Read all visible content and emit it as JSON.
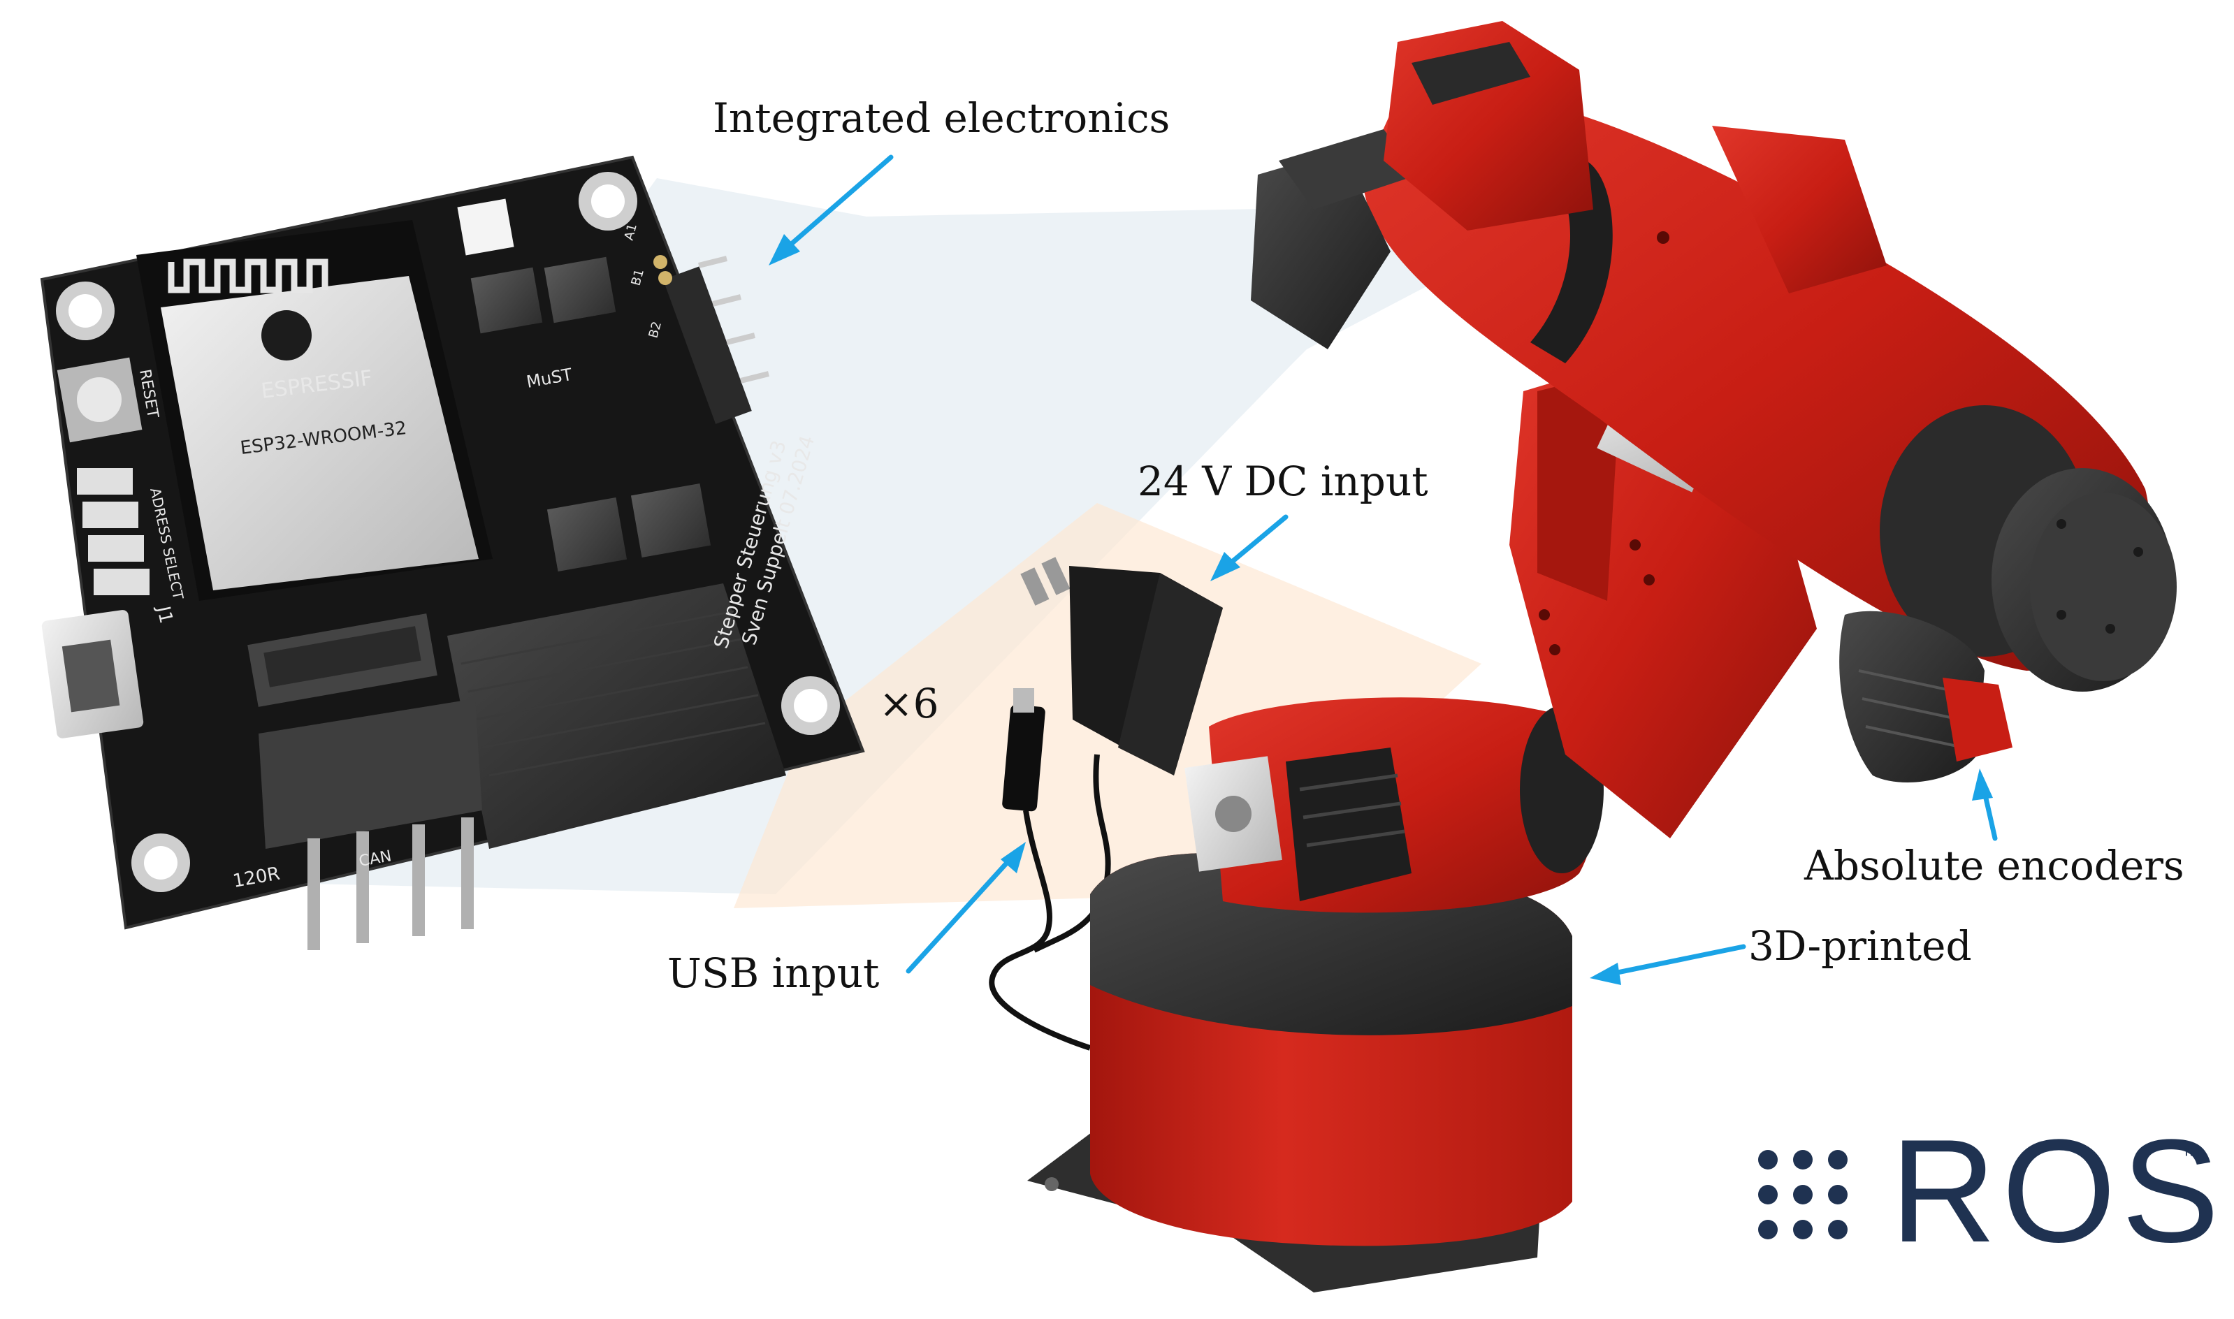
{
  "labels": {
    "integrated": "Integrated electronics",
    "dc_input": "24 V DC input",
    "multiplier": "×6",
    "usb_input": "USB input",
    "absolute_encoders": "Absolute encoders",
    "printed": "3D-printed"
  },
  "board": {
    "module_brand": "ESPRESSIF",
    "module_name": "ESP32-WROOM-32",
    "chip_label": "MuST",
    "reset": "RESET",
    "address_select": "ADRESS SELECT",
    "title_line1": "Stepper Steuerung v3",
    "title_line2": "Sven Suppelt 07.2024",
    "b1": "B1",
    "b2": "B2",
    "a1": "A1",
    "j1": "J1",
    "can": "CAN",
    "r120": "120R"
  },
  "logo": {
    "text": "ROS",
    "tm": "™"
  },
  "colors": {
    "arrow": "#1aa3e6",
    "robot_red": "#c81e14",
    "robot_dark": "#2a2a2a",
    "pcb": "#1b1b1b",
    "ros_blue": "#1f3251"
  }
}
